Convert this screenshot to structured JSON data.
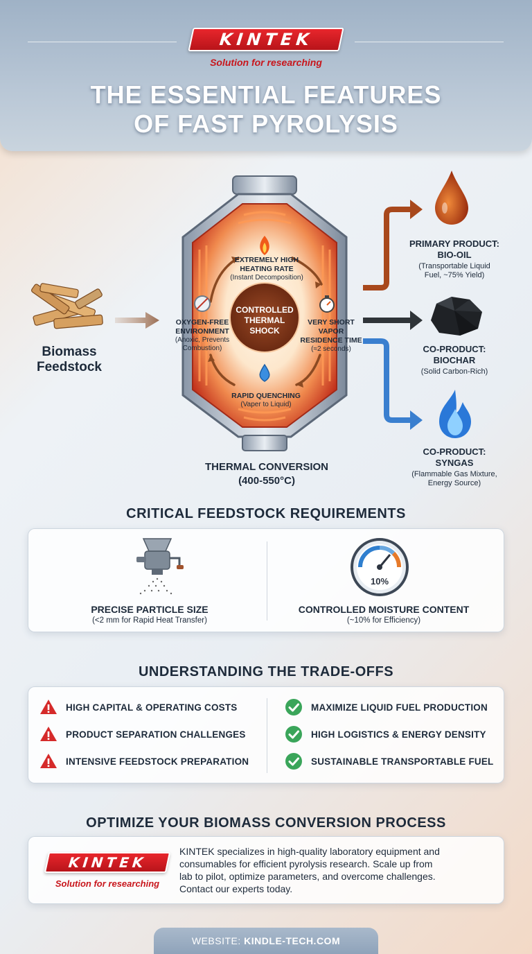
{
  "header": {
    "logo": "KINTEK",
    "tagline": "Solution for researching",
    "title_line1": "THE ESSENTIAL FEATURES",
    "title_line2": "OF FAST PYROLYSIS"
  },
  "feedstock": {
    "label_line1": "Biomass",
    "label_line2": "Feedstock"
  },
  "reactor": {
    "center_line1": "CONTROLLED",
    "center_line2": "THERMAL",
    "center_line3": "SHOCK",
    "top_title1": "EXTREMELY HIGH",
    "top_title2": "HEATING RATE",
    "top_sub": "(Instant Decomposition)",
    "left_title1": "OXYGEN-FREE",
    "left_title2": "ENVIRONMENT",
    "left_sub1": "(Anoxic, Prevents",
    "left_sub2": "Combustion)",
    "right_title1": "VERY SHORT",
    "right_title2": "VAPOR",
    "right_title3": "RESIDENCE TIME",
    "right_sub": "(≈2 seconds)",
    "bottom_title": "RAPID QUENCHING",
    "bottom_sub": "(Vaper to Liquid)",
    "thermal_line1": "THERMAL CONVERSION",
    "thermal_line2": "(400-550°C)"
  },
  "products": {
    "bio_oil_title1": "PRIMARY PRODUCT:",
    "bio_oil_title2": "BIO-OIL",
    "bio_oil_sub1": "(Transportable Liquid",
    "bio_oil_sub2": "Fuel, ~75% Yield)",
    "biochar_title1": "CO-PRODUCT:",
    "biochar_title2": "BIOCHAR",
    "biochar_sub": "(Solid Carbon-Rich)",
    "syngas_title1": "CO-PRODUCT:",
    "syngas_title2": "SYNGAS",
    "syngas_sub1": "(Flammable Gas Mixture,",
    "syngas_sub2": "Energy Source)"
  },
  "requirements": {
    "title": "CRITICAL FEEDSTOCK REQUIREMENTS",
    "particle_title": "PRECISE PARTICLE SIZE",
    "particle_sub": "(<2 mm for Rapid Heat Transfer)",
    "moisture_title": "CONTROLLED MOISTURE CONTENT",
    "moisture_sub": "(~10% for Efficiency)",
    "gauge_value": "10%"
  },
  "tradeoffs": {
    "title": "UNDERSTANDING THE TRADE-OFFS",
    "cons": [
      "HIGH CAPITAL & OPERATING COSTS",
      "PRODUCT SEPARATION CHALLENGES",
      "INTENSIVE FEEDSTOCK PREPARATION"
    ],
    "pros": [
      "MAXIMIZE LIQUID FUEL PRODUCTION",
      "HIGH LOGISTICS & ENERGY DENSITY",
      "SUSTAINABLE TRANSPORTABLE FUEL"
    ],
    "con_icon": "warning-icon",
    "pro_icon": "check-icon"
  },
  "promo": {
    "title": "OPTIMIZE YOUR BIOMASS CONVERSION PROCESS",
    "logo": "KINTEK",
    "tagline": "Solution for researching",
    "line1": "KINTEK specializes in high-quality laboratory equipment and",
    "line2": "consumables for efficient pyrolysis research. Scale up from",
    "line3": "lab to pilot, optimize parameters, and overcome challenges.",
    "line4": "Contact our experts today."
  },
  "footer": {
    "label": "WEBSITE: ",
    "site": "KINDLE-TECH.COM"
  },
  "colors": {
    "brand_red": "#d41c22",
    "warning": "#d52a2a",
    "check": "#3aa55a",
    "bio_oil": "#c4501a",
    "syngas": "#2d7fd6"
  }
}
